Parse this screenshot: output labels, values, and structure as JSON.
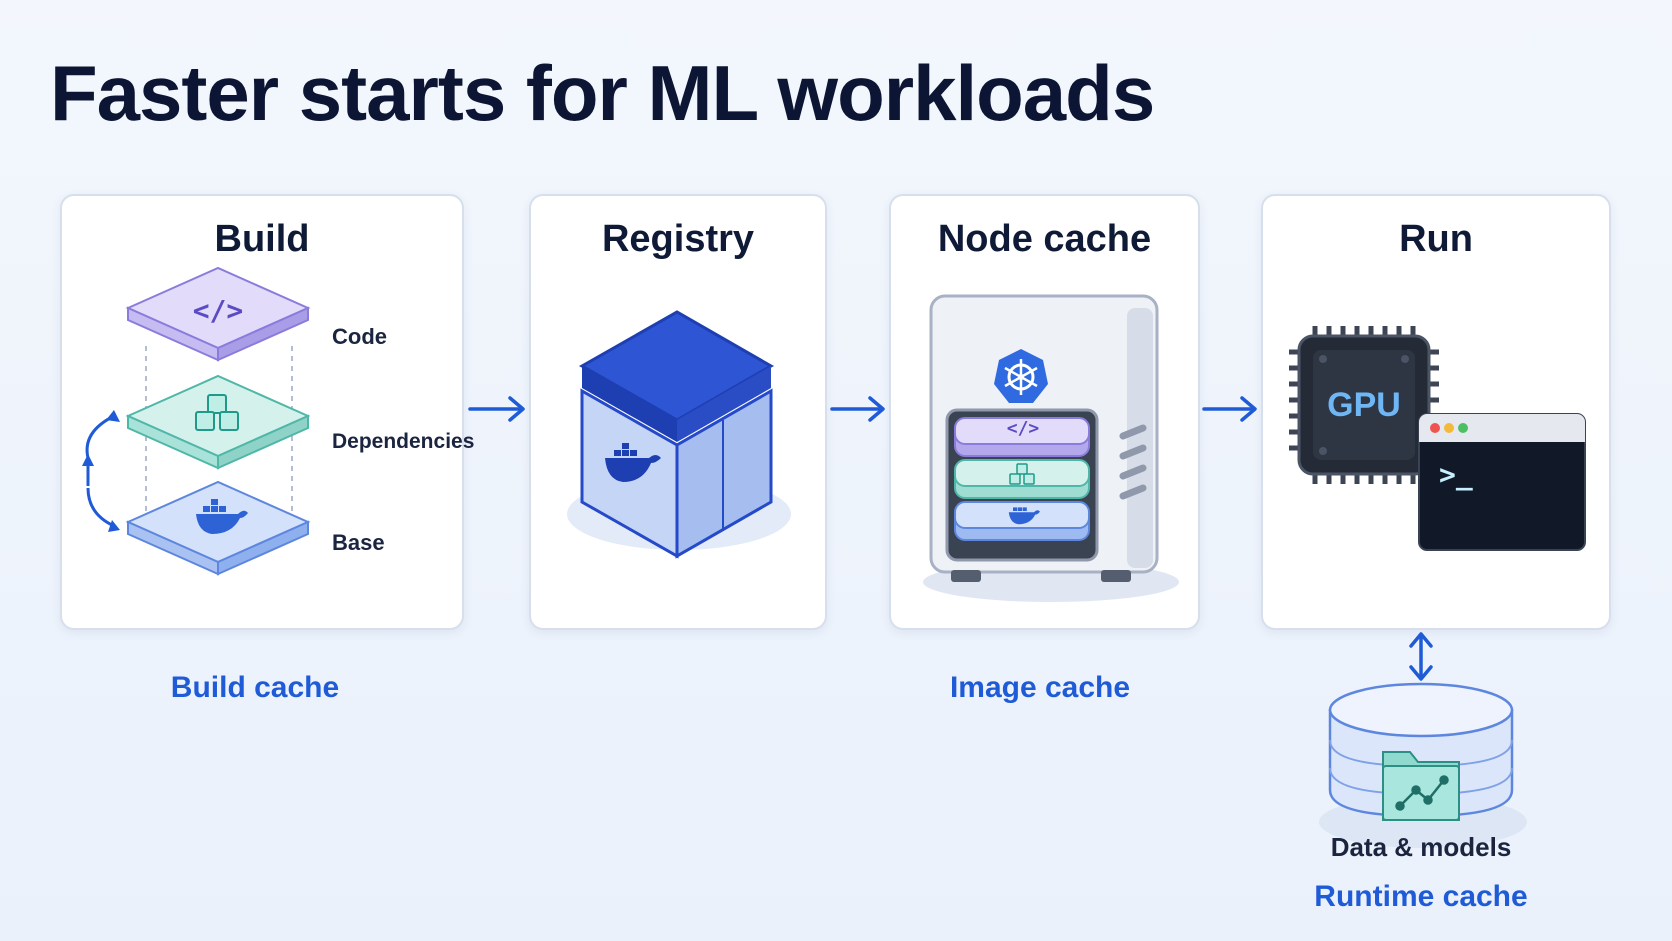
{
  "title": "Faster starts for ML workloads",
  "stages": {
    "build": {
      "title": "Build",
      "layers": {
        "code": "Code",
        "dependencies": "Dependencies",
        "base": "Base"
      },
      "code_glyph": "</>"
    },
    "registry": {
      "title": "Registry"
    },
    "node_cache": {
      "title": "Node cache",
      "code_glyph": "</>"
    },
    "run": {
      "title": "Run",
      "gpu_label": "GPU",
      "prompt": ">_"
    }
  },
  "captions": {
    "build_cache": "Build cache",
    "image_cache": "Image cache",
    "data_models": "Data & models",
    "runtime_cache": "Runtime cache"
  },
  "colors": {
    "title": "#0c1533",
    "accent": "#1f5bd6",
    "code_layer": "#c9c0f2",
    "dependencies_layer": "#bfe8e2",
    "base_layer": "#c7d8f7",
    "registry_blue": "#2449c9",
    "terminal": "#111827"
  },
  "icons": [
    "code-icon",
    "cubes-icon",
    "docker-whale-icon",
    "cycle-arrows-icon",
    "kubernetes-helm-icon",
    "gpu-chip-icon",
    "terminal-icon",
    "folder-graph-icon",
    "arrow-right-icon",
    "arrow-bidirectional-icon"
  ]
}
